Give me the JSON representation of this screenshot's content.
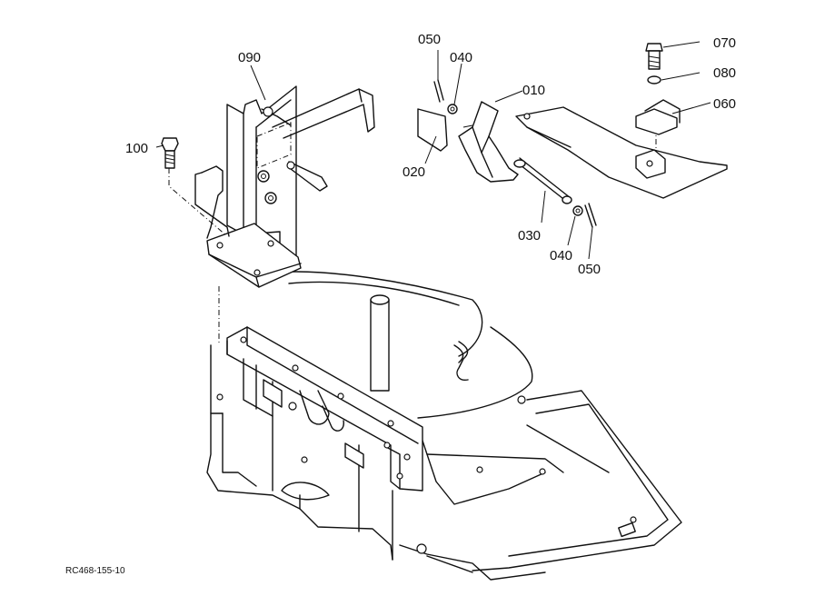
{
  "diagram": {
    "reference_code": "RC468-155-10",
    "part_labels": {
      "p010": "010",
      "p020": "020",
      "p030": "030",
      "p040a": "040",
      "p040b": "040",
      "p050a": "050",
      "p050b": "050",
      "p060": "060",
      "p070": "070",
      "p080": "080",
      "p090": "090",
      "p100": "100"
    }
  }
}
